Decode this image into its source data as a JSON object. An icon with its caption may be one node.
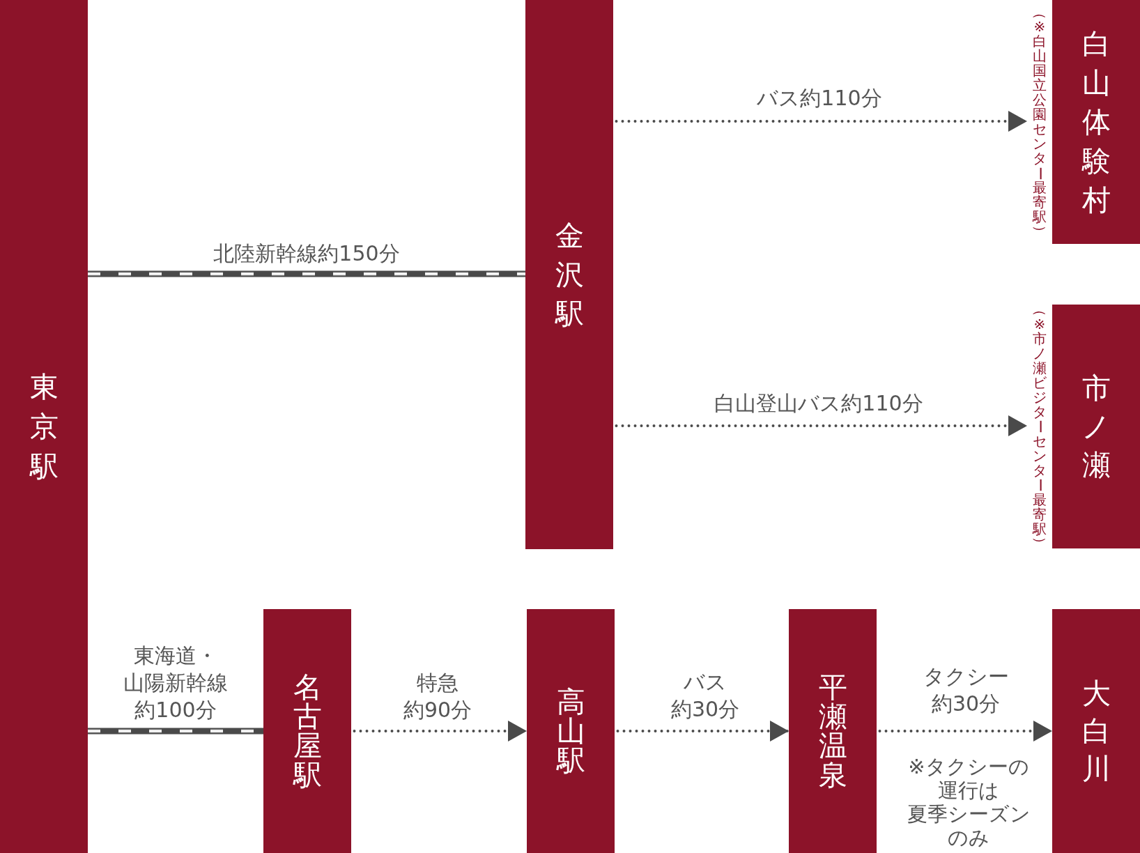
{
  "diagram": {
    "nodes": [
      {
        "text": [
          "東京駅"
        ]
      },
      {
        "text": [
          "金沢駅"
        ]
      },
      {
        "text": [
          "白山体験村"
        ],
        "beside": [
          "（※白山国立公園センター最寄駅）"
        ]
      },
      {
        "text": [
          "市ノ瀬"
        ],
        "beside": [
          "（※市ノ瀬ビジターセンター最寄駅）"
        ]
      },
      {
        "text": [
          "名古屋駅"
        ]
      },
      {
        "text": [
          "高山駅"
        ]
      },
      {
        "text": [
          "平瀬温泉"
        ]
      },
      {
        "text": [
          "大白川"
        ]
      }
    ],
    "edges": [
      {
        "from": 0,
        "to": 1,
        "arrow": "none",
        "label": "北陸新幹線約150分",
        "style": "thick"
      },
      {
        "from": 1,
        "to": 2,
        "arrow": "to",
        "label": "バス約110分"
      },
      {
        "from": 1,
        "to": 3,
        "arrow": "to",
        "label": "白山登山バス約110分"
      },
      {
        "from": 0,
        "to": 4,
        "arrow": "none",
        "label": "東海道・山陽新幹線約100分",
        "style": "thick"
      },
      {
        "from": 4,
        "to": 5,
        "arrow": "to",
        "label": "特急約90分"
      },
      {
        "from": 5,
        "to": 6,
        "arrow": "to",
        "label": "バス約30分"
      },
      {
        "from": 6,
        "to": 7,
        "arrow": "to",
        "label": "タクシー約30分"
      }
    ],
    "labels": [
      "※タクシーの運行は夏季シーズンのみ"
    ]
  }
}
